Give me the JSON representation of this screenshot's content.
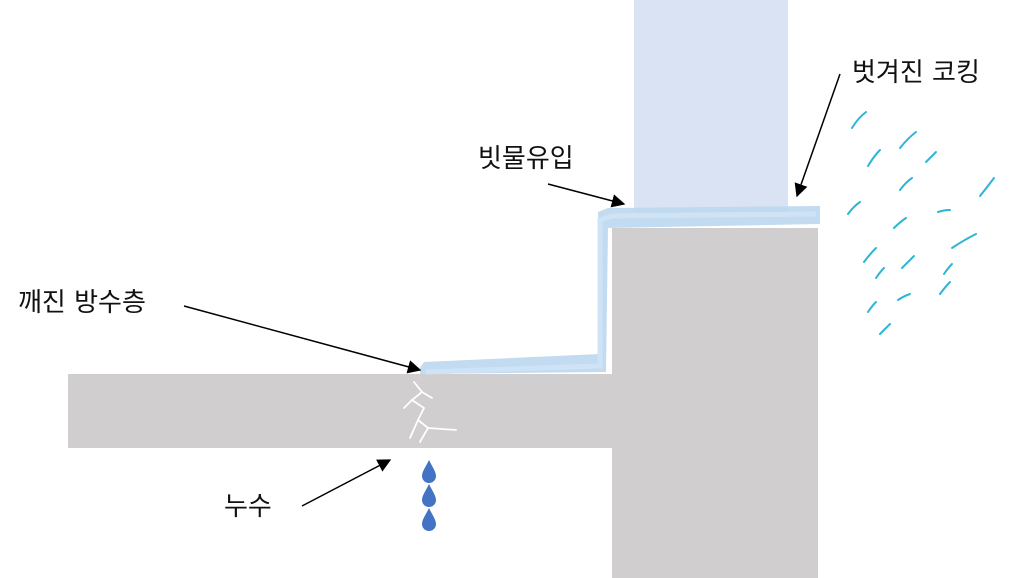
{
  "labels": {
    "peeled_caulking": "벗겨진 코킹",
    "rain_inflow": "빗물유입",
    "broken_waterproof": "깨진 방수층",
    "leak": "누수"
  },
  "colors": {
    "concrete": "#d0cece",
    "window_frame": "#dae3f3",
    "water_film": "#bdd7ee",
    "water_film_light": "#cfe3f7",
    "rain": "#2eb4d6",
    "droplet": "#4472c4",
    "arrow": "#000000",
    "crack": "#ffffff"
  },
  "icons": {
    "rain": "rain-streaks-icon",
    "droplet": "water-droplet-icon",
    "crack": "crack-icon"
  }
}
